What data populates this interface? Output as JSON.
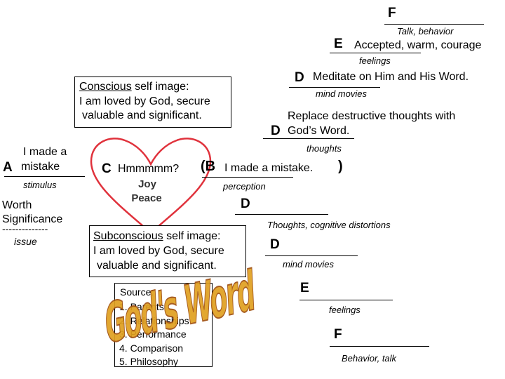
{
  "top_right": {
    "f_letter": "F",
    "f_caption": "Talk, behavior",
    "e_letter": "E",
    "e_text": "Accepted, warm, courage",
    "e_caption": "feelings",
    "d1_letter": "D",
    "d1_text": "Meditate on Him and His Word.",
    "d1_caption": "mind movies",
    "d2_text_line1": "Replace destructive thoughts with",
    "d2_letter": "D",
    "d2_text_line2": "God’s Word.",
    "d2_caption": "thoughts"
  },
  "conscious_box": {
    "heading": "Conscious",
    "heading_rest": " self image:",
    "line2": "I am loved by God, secure",
    "line3": "valuable and significant."
  },
  "left": {
    "a_letter": "A",
    "a_text_line1": "I made a",
    "a_text_line2": "mistake",
    "a_caption": "stimulus",
    "worth_line1": "Worth",
    "worth_line2": "Significance",
    "dashes": "--------------",
    "issue": "issue"
  },
  "heart": {
    "c_letter": "C",
    "c_text": "Hmmmmm?",
    "joy": "Joy",
    "peace": "Peace",
    "color": "#e0323c"
  },
  "middle": {
    "b_open": "(B",
    "b_text": "I made a mistake.",
    "b_close": ")",
    "b_caption": "perception",
    "d_letter": "D",
    "d_caption": "Thoughts, cognitive distortions"
  },
  "subconscious_box": {
    "heading": "Subconscious",
    "heading_rest": " self image:",
    "line2": "I am loved by God, secure",
    "line3": "valuable and significant."
  },
  "source_box": {
    "heading": "Source:",
    "items": [
      "1. Parents",
      "2. Relationships",
      "3. Performance",
      "4. Comparison",
      "5. Philosophy"
    ]
  },
  "wordart": {
    "text": "God's Word"
  },
  "bottom_right": {
    "d_letter": "D",
    "d_caption": "mind movies",
    "e_letter": "E",
    "e_caption": "feelings",
    "f_letter": "F",
    "f_caption": "Behavior, talk"
  }
}
